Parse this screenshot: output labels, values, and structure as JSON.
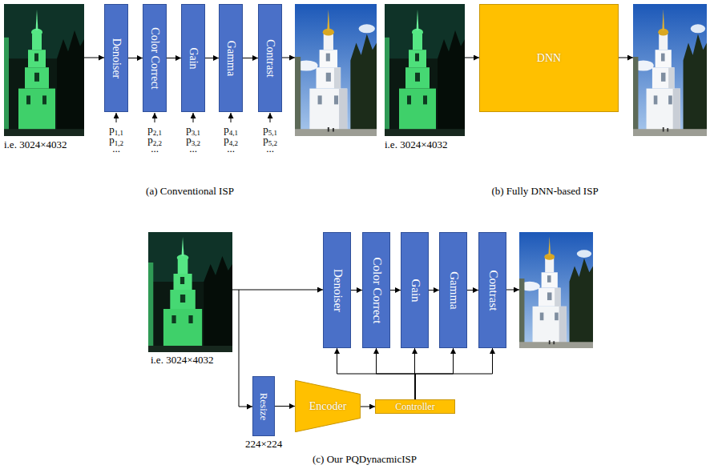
{
  "diagram": {
    "nodes": [
      {
        "text": [
          "Denoiser"
        ]
      },
      {
        "text": [
          "Color Correct"
        ]
      },
      {
        "text": [
          "Gain"
        ]
      },
      {
        "text": [
          "Gamma"
        ]
      },
      {
        "text": [
          "Contrast"
        ]
      },
      {
        "text": [
          "DNN"
        ]
      },
      {
        "text": [
          "Denoiser"
        ]
      },
      {
        "text": [
          "Color Correct"
        ]
      },
      {
        "text": [
          "Gain"
        ]
      },
      {
        "text": [
          "Gamma"
        ]
      },
      {
        "text": [
          "Contrast"
        ]
      },
      {
        "text": [
          "Resize"
        ]
      },
      {
        "text": [
          "Encoder"
        ]
      },
      {
        "text": [
          "Controller"
        ]
      }
    ],
    "edges": [
      {
        "from": 0,
        "to": 1,
        "arrow": "to"
      },
      {
        "from": 1,
        "to": 2,
        "arrow": "to"
      },
      {
        "from": 2,
        "to": 3,
        "arrow": "to"
      },
      {
        "from": 3,
        "to": 4,
        "arrow": "to"
      },
      {
        "from": 6,
        "to": 7,
        "arrow": "to"
      },
      {
        "from": 7,
        "to": 8,
        "arrow": "to"
      },
      {
        "from": 8,
        "to": 9,
        "arrow": "to"
      },
      {
        "from": 9,
        "to": 10,
        "arrow": "to"
      },
      {
        "from": 11,
        "to": 12,
        "arrow": "to"
      },
      {
        "from": 12,
        "to": 13,
        "arrow": "to"
      },
      {
        "from": 13,
        "to": 6,
        "arrow": "to"
      },
      {
        "from": 13,
        "to": 7,
        "arrow": "to"
      },
      {
        "from": 13,
        "to": 8,
        "arrow": "to"
      },
      {
        "from": 13,
        "to": 9,
        "arrow": "to"
      },
      {
        "from": 13,
        "to": 10,
        "arrow": "to"
      }
    ],
    "labels": [
      "i.e. 3024×4032",
      "p1,1",
      "p1,2",
      "...",
      "p2,1",
      "p2,2",
      "...",
      "p3,1",
      "p3,2",
      "...",
      "p4,1",
      "p4,2",
      "...",
      "p5,1",
      "p5,2",
      "...",
      "(a) Conventional ISP",
      "i.e. 3024×4032",
      "(b) Fully DNN-based ISP",
      "i.e. 3024×4032",
      "224×224",
      "(c) Our PQDynacmicISP"
    ]
  }
}
